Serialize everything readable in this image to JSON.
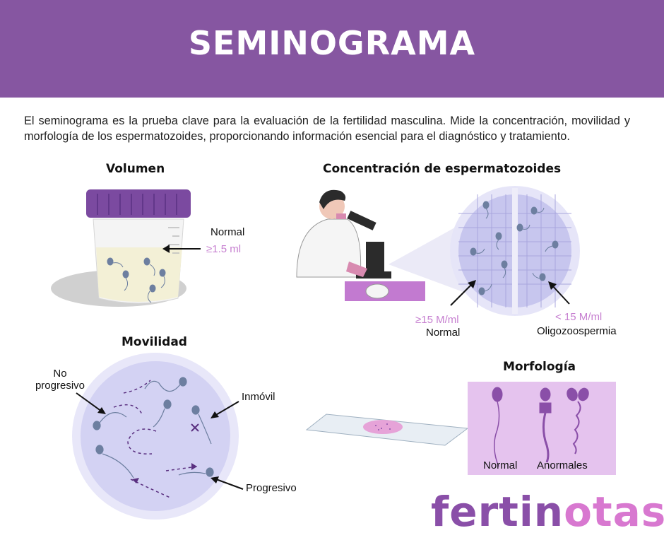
{
  "header": {
    "title": "SEMINOGRAMA"
  },
  "intro": "El seminograma es la prueba clave para la evaluación de la fertilidad masculina. Mide la concentración, movilidad y morfología de los espermatozoides, proporcionando información esencial para el diagnóstico y tratamiento.",
  "volumen": {
    "title": "Volumen",
    "label": "Normal",
    "value": "≥1.5 ml"
  },
  "concentracion": {
    "title": "Concentración de espermatozoides",
    "normal_value": "≥15 M/ml",
    "normal_label": "Normal",
    "low_value": "< 15 M/ml",
    "low_label": "Oligozoospermia"
  },
  "movilidad": {
    "title": "Movilidad",
    "no_progresivo": "No progresivo",
    "inmovil": "Inmóvil",
    "progresivo": "Progresivo"
  },
  "morfologia": {
    "title": "Morfología",
    "normal": "Normal",
    "anormales": "Anormales"
  },
  "logo": {
    "part1": "fertin",
    "part2": "otas"
  },
  "colors": {
    "header": "#8656a1",
    "accent_pink": "#c67fd0",
    "circle": "#d3d2f3",
    "sperm": "#6d7fa0"
  }
}
